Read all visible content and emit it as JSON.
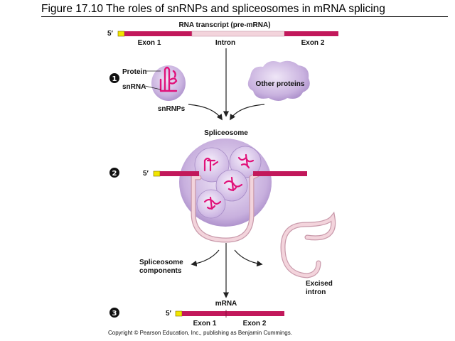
{
  "title": "Figure 17.10  The roles of snRNPs and spliceosomes in mRNA splicing",
  "labels": {
    "rna_transcript": "RNA transcript (pre-mRNA)",
    "five_prime": "5′",
    "exon1": "Exon 1",
    "intron": "Intron",
    "exon2": "Exon 2",
    "protein": "Protein",
    "snrna": "snRNA",
    "snrnps": "snRNPs",
    "other_proteins": "Other proteins",
    "spliceosome": "Spliceosome",
    "spliceosome_components_1": "Spliceosome",
    "spliceosome_components_2": "components",
    "excised_intron_1": "Excised",
    "excised_intron_2": "intron",
    "mrna": "mRNA",
    "copyright": "Copyright © Pearson Education, Inc., publishing as Benjamin Cummings."
  },
  "steps": [
    "1",
    "2",
    "3"
  ],
  "colors": {
    "exon": "#c2185b",
    "intron": "#f3d4dc",
    "cap": "#f2e600",
    "protein_blob": "#c9b2df",
    "snrna": "#e0127a"
  }
}
